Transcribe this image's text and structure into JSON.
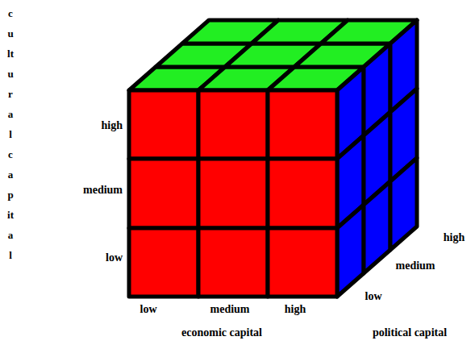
{
  "diagram": {
    "labels": [
      "cultural capital",
      "high",
      "medium",
      "low",
      "low",
      "medium",
      "high",
      "economic capital",
      "high",
      "medium",
      "low",
      "political capital"
    ]
  }
}
